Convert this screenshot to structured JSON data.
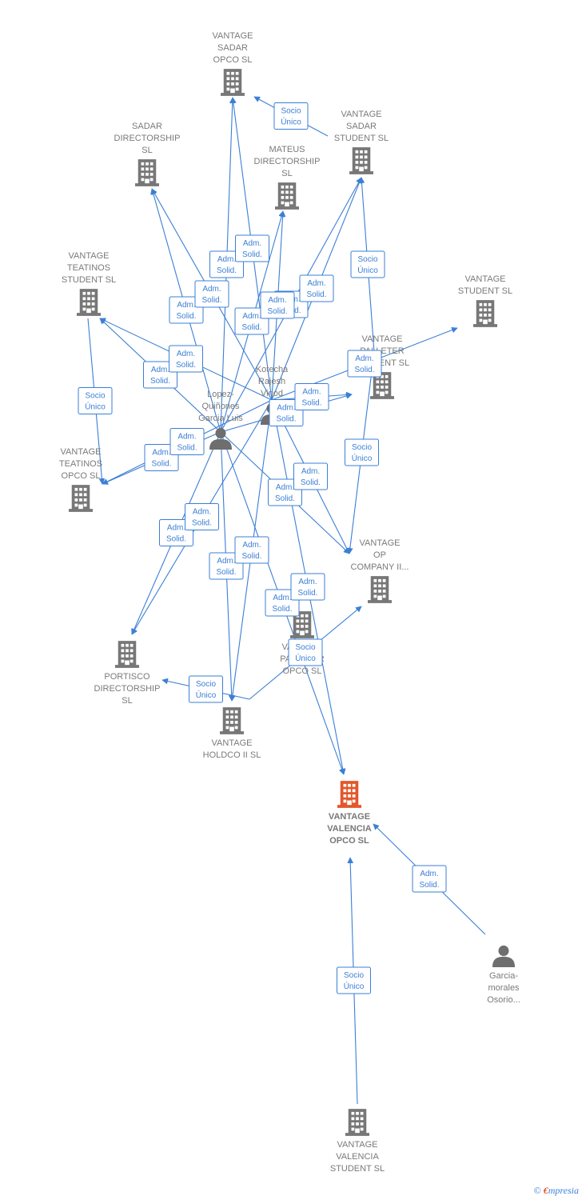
{
  "nodes": [
    {
      "id": "sadar_opco",
      "kind": "company",
      "lines": [
        "VANTAGE",
        "SADAR",
        "OPCO  SL"
      ]
    },
    {
      "id": "sadar_student",
      "kind": "company",
      "lines": [
        "VANTAGE",
        "SADAR",
        "STUDENT  SL"
      ]
    },
    {
      "id": "sadar_dir",
      "kind": "company",
      "lines": [
        "SADAR",
        "DIRECTORSHIP",
        "SL"
      ]
    },
    {
      "id": "mateus",
      "kind": "company",
      "lines": [
        "MATEUS",
        "DIRECTORSHIP",
        "SL"
      ]
    },
    {
      "id": "teatinos_student",
      "kind": "company",
      "lines": [
        "VANTAGE",
        "TEATINOS",
        "STUDENT  SL"
      ]
    },
    {
      "id": "vantage_student",
      "kind": "company",
      "lines": [
        "VANTAGE",
        "STUDENT  SL"
      ]
    },
    {
      "id": "palleter",
      "kind": "company",
      "lines": [
        "VANTAGE",
        "PALLETER",
        "STUDENT  SL"
      ]
    },
    {
      "id": "kotecha",
      "kind": "person",
      "lines": [
        "Kotecha",
        "Rajesh",
        "Vinod"
      ]
    },
    {
      "id": "lopez",
      "kind": "person",
      "lines": [
        "Lopez-",
        "Quiñones",
        "Garcia Luis"
      ]
    },
    {
      "id": "teatinos_opco",
      "kind": "company",
      "lines": [
        "VANTAGE",
        "TEATINOS",
        "OPCO  SL"
      ]
    },
    {
      "id": "op_company",
      "kind": "company",
      "lines": [
        "VANTAGE",
        "OP",
        "COMPANY II..."
      ]
    },
    {
      "id": "portisco",
      "kind": "company",
      "lines": [
        "PORTISCO",
        "DIRECTORSHIP",
        "SL"
      ]
    },
    {
      "id": "palleter_opco",
      "kind": "company",
      "lines": [
        "VANTAGE",
        "PALLETER",
        "OPCO  SL"
      ]
    },
    {
      "id": "holdco",
      "kind": "company",
      "lines": [
        "VANTAGE",
        "HOLDCO II  SL"
      ]
    },
    {
      "id": "valencia_opco",
      "kind": "main",
      "lines": [
        "VANTAGE",
        "VALENCIA",
        "OPCO  SL"
      ]
    },
    {
      "id": "garcia",
      "kind": "person",
      "lines": [
        "Garcia-",
        "morales",
        "Osorio..."
      ]
    },
    {
      "id": "valencia_student",
      "kind": "company",
      "lines": [
        "VANTAGE",
        "VALENCIA",
        "STUDENT  SL"
      ]
    }
  ],
  "edges": [
    {
      "from": "sadar_student",
      "to": "sadar_opco",
      "label": [
        "Socio",
        "Único"
      ]
    },
    {
      "from": "palleter",
      "to": "sadar_student",
      "label": [
        "Socio",
        "Único"
      ]
    },
    {
      "from": "teatinos_student",
      "to": "teatinos_opco",
      "label": [
        "Socio",
        "Único"
      ]
    },
    {
      "from": "palleter",
      "to": "op_company",
      "label": [
        "Socio",
        "Único"
      ]
    },
    {
      "from": "holdco",
      "to": "portisco",
      "label": [
        "Socio",
        "Único"
      ]
    },
    {
      "from": "holdco",
      "to": "op_company",
      "label": [
        "Socio",
        "Único"
      ]
    },
    {
      "from": "valencia_student",
      "to": "valencia_opco",
      "label": [
        "Socio",
        "Único"
      ]
    },
    {
      "from": "garcia",
      "to": "valencia_opco",
      "label": [
        "Adm.",
        "Solid."
      ]
    },
    {
      "from": "lopez",
      "to": "sadar_opco",
      "label": [
        "Adm.",
        "Solid."
      ]
    },
    {
      "from": "lopez",
      "to": "sadar_dir",
      "label": [
        "Adm.",
        "Solid."
      ]
    },
    {
      "from": "lopez",
      "to": "mateus",
      "label": [
        "Adm.",
        "Solid."
      ]
    },
    {
      "from": "lopez",
      "to": "sadar_student",
      "label": [
        "Adm.",
        "Solid."
      ]
    },
    {
      "from": "lopez",
      "to": "teatinos_student",
      "label": [
        "Adm.",
        "Solid."
      ]
    },
    {
      "from": "lopez",
      "to": "teatinos_opco",
      "label": [
        "Adm.",
        "Solid."
      ]
    },
    {
      "from": "lopez",
      "to": "palleter",
      "label": [
        "Adm.",
        "Solid."
      ]
    },
    {
      "from": "lopez",
      "to": "portisco",
      "label": [
        "Adm.",
        "Solid."
      ]
    },
    {
      "from": "lopez",
      "to": "holdco",
      "label": [
        "Adm.",
        "Solid."
      ]
    },
    {
      "from": "lopez",
      "to": "op_company",
      "label": [
        "Adm.",
        "Solid."
      ]
    },
    {
      "from": "lopez",
      "to": "valencia_opco",
      "label": [
        "Adm.",
        "Solid."
      ]
    },
    {
      "from": "kotecha",
      "to": "sadar_opco",
      "label": [
        "Adm.",
        "Solid."
      ]
    },
    {
      "from": "kotecha",
      "to": "sadar_dir",
      "label": [
        "Adm.",
        "Solid."
      ]
    },
    {
      "from": "kotecha",
      "to": "mateus",
      "label": [
        "Adm.",
        "Solid."
      ]
    },
    {
      "from": "kotecha",
      "to": "sadar_student",
      "label": [
        "Adm.",
        "Solid."
      ]
    },
    {
      "from": "kotecha",
      "to": "teatinos_student",
      "label": [
        "Adm.",
        "Solid."
      ]
    },
    {
      "from": "kotecha",
      "to": "teatinos_opco",
      "label": [
        "Adm.",
        "Solid."
      ]
    },
    {
      "from": "kotecha",
      "to": "vantage_student",
      "label": [
        "Adm.",
        "Solid."
      ]
    },
    {
      "from": "kotecha",
      "to": "palleter",
      "label": [
        "Adm.",
        "Solid."
      ]
    },
    {
      "from": "kotecha",
      "to": "portisco",
      "label": [
        "Adm.",
        "Solid."
      ]
    },
    {
      "from": "kotecha",
      "to": "holdco",
      "label": [
        "Adm.",
        "Solid."
      ]
    },
    {
      "from": "kotecha",
      "to": "op_company",
      "label": [
        "Adm.",
        "Solid."
      ]
    },
    {
      "from": "kotecha",
      "to": "valencia_opco",
      "label": [
        "Adm.",
        "Solid."
      ]
    }
  ],
  "colors": {
    "edge": "#3b7fd6",
    "company": "#777777",
    "main": "#e2572b",
    "person": "#6e6e6e"
  },
  "footer": {
    "copyright": "©",
    "brand_first": "€",
    "brand_rest": "mpresia"
  }
}
